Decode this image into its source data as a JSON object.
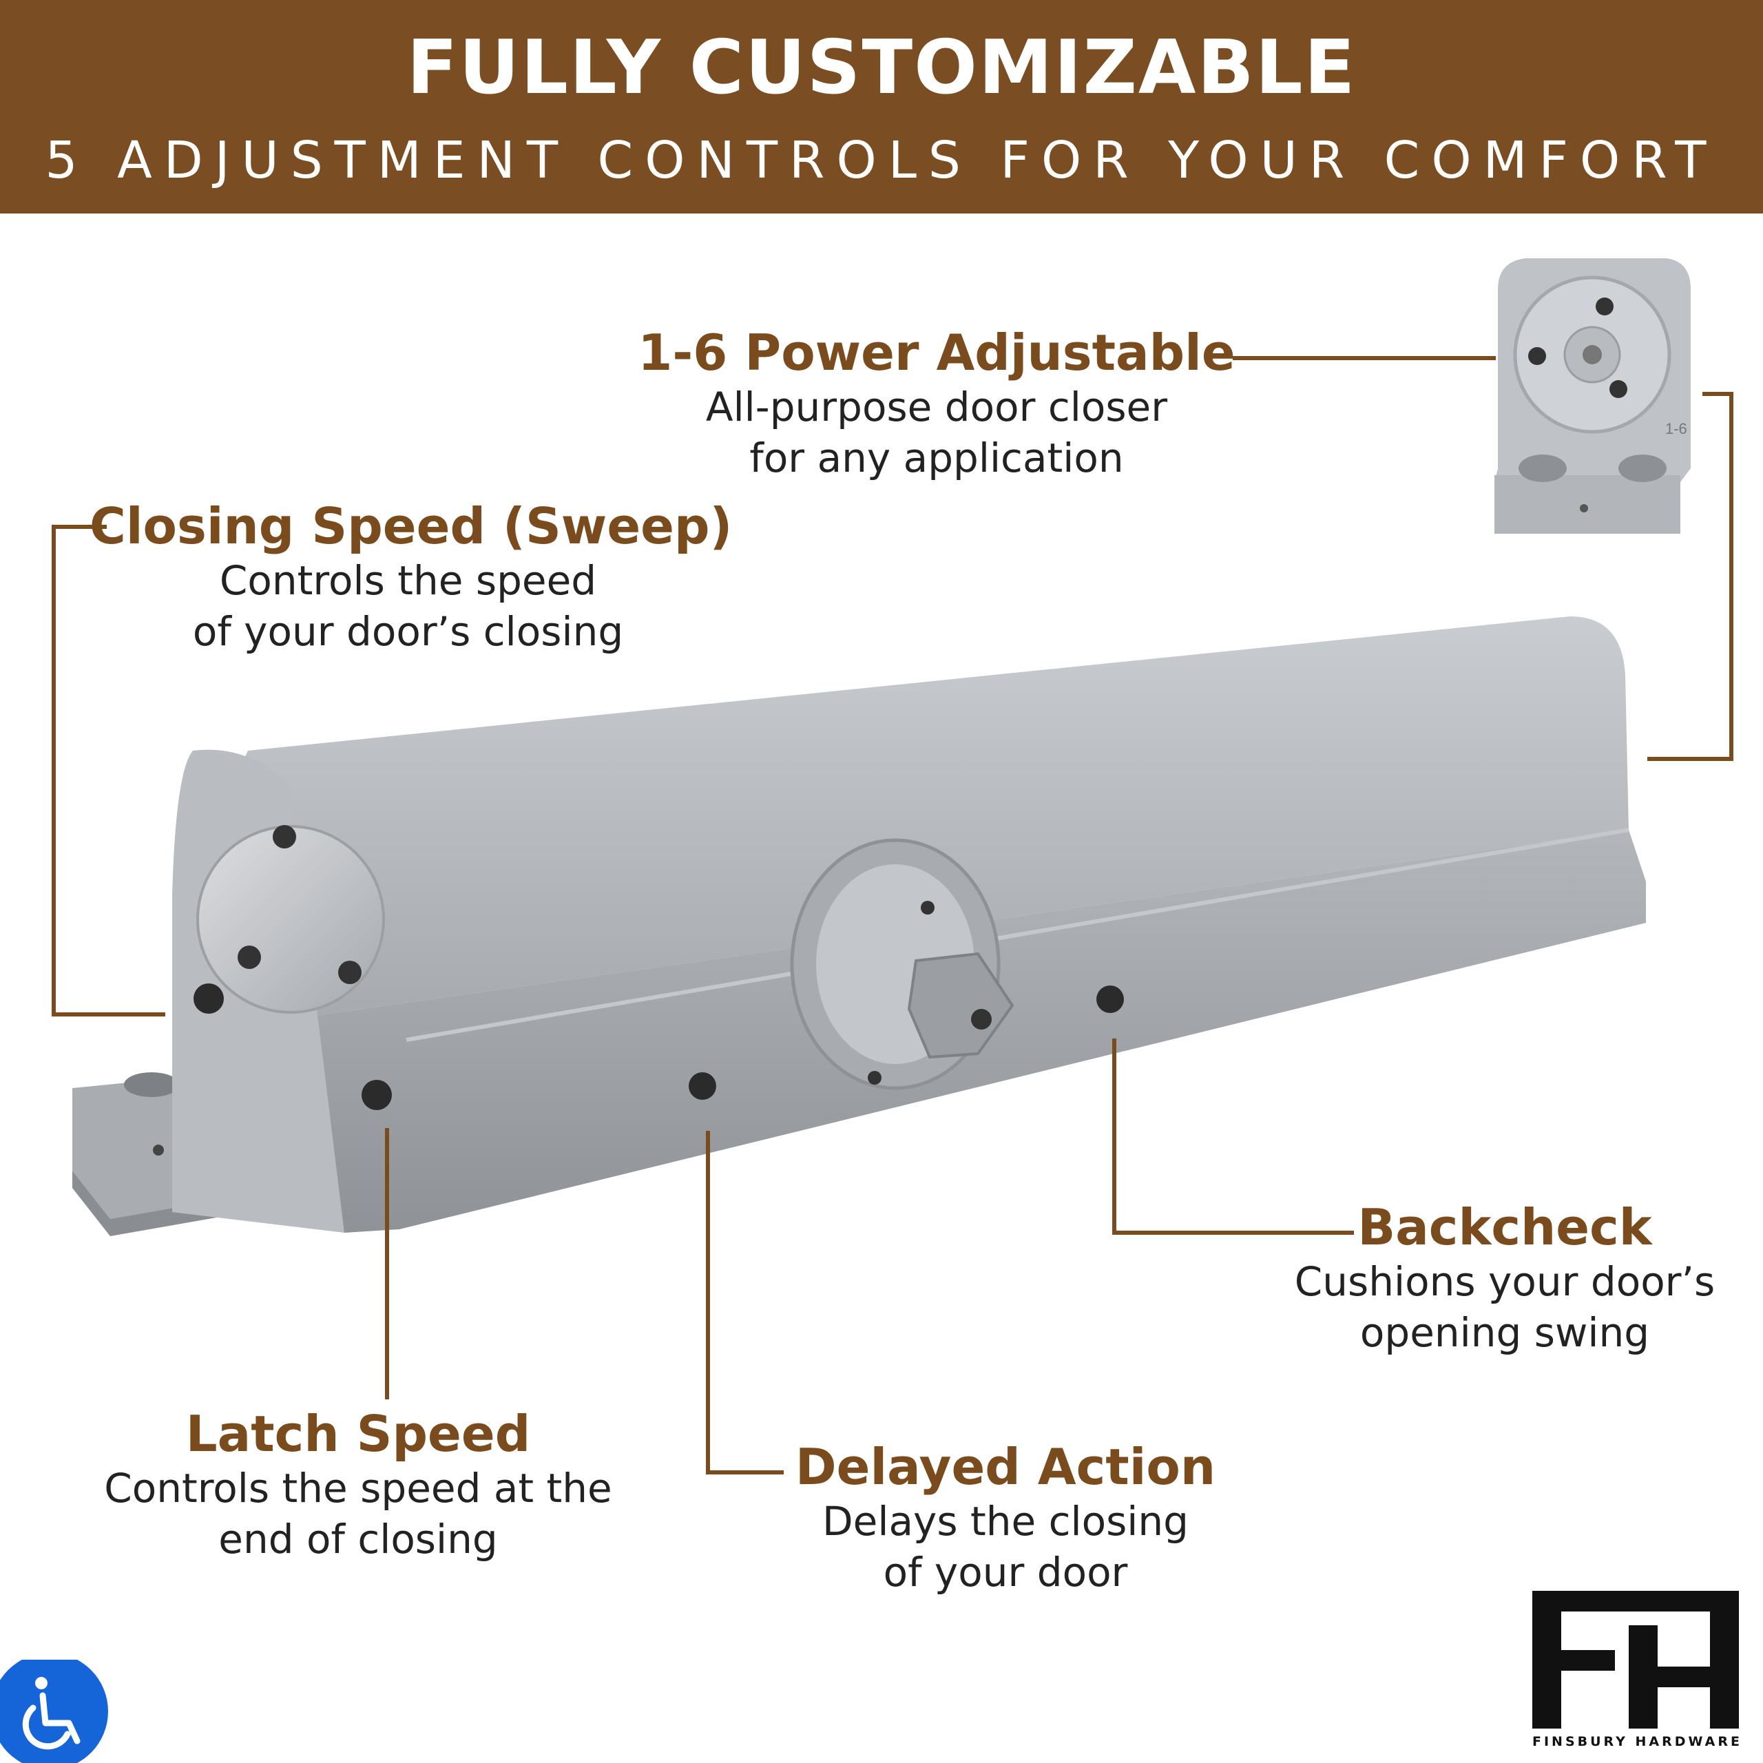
{
  "banner": {
    "title": "FULLY CUSTOMIZABLE",
    "subtitle": "5 ADJUSTMENT CONTROLS FOR YOUR COMFORT"
  },
  "callouts": {
    "power": {
      "heading": "1-6 Power Adjustable",
      "line1": "All-purpose door closer",
      "line2": "for any application"
    },
    "sweep": {
      "heading": "Closing Speed (Sweep)",
      "line1": "Controls the speed",
      "line2": "of your door’s closing"
    },
    "backcheck": {
      "heading": "Backcheck",
      "line1": "Cushions your door’s",
      "line2": "opening swing"
    },
    "latch": {
      "heading": "Latch Speed",
      "line1": "Controls the speed at the",
      "line2": "end of closing"
    },
    "delayed": {
      "heading": "Delayed Action",
      "line1": "Delays the closing",
      "line2": "of your door"
    }
  },
  "product": {
    "power_scale_marking": "1-6"
  },
  "logo": {
    "caption": "FINSBURY HARDWARE"
  },
  "colors": {
    "brand_brown": "#7a4e22",
    "heading_brown": "#7a4c1d",
    "body_text": "#222222",
    "metal": "#a9acb1",
    "accessibility_blue": "#1565d8"
  },
  "icons": [
    "door-closer-image",
    "bracket-image",
    "wheelchair-accessibility-icon",
    "finsbury-logo"
  ]
}
